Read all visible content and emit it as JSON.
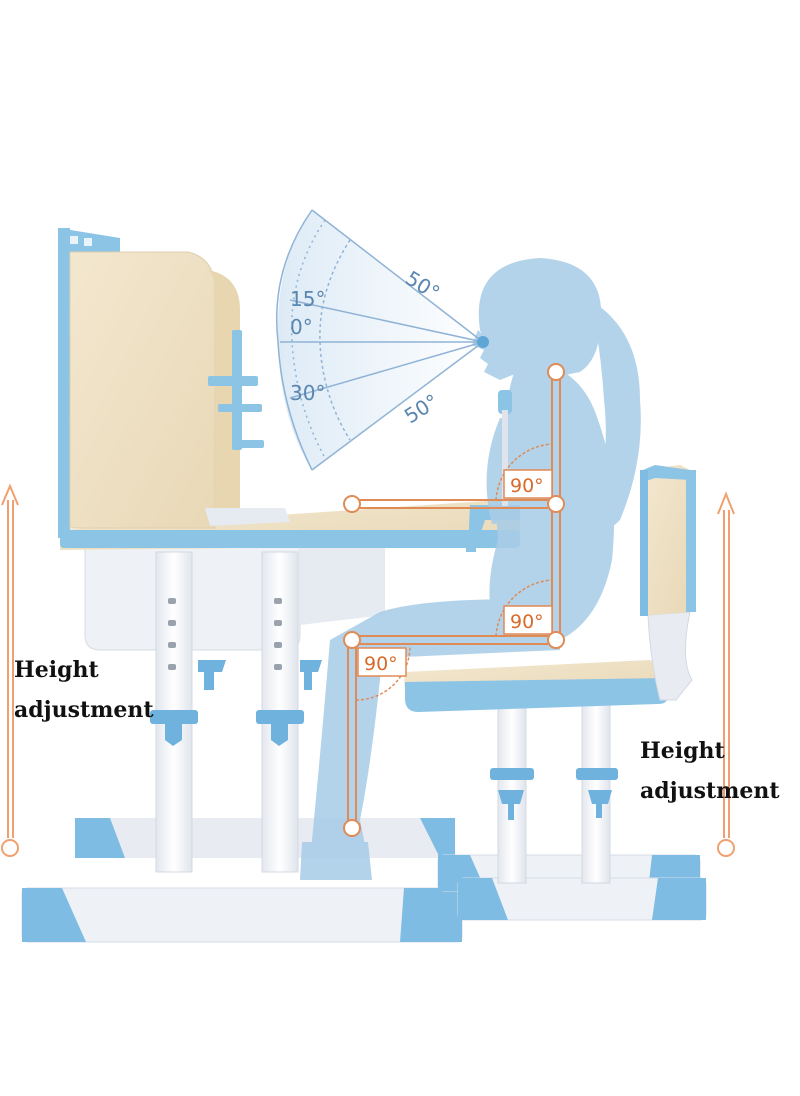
{
  "labels": {
    "left_height": [
      "Height",
      "adjustment"
    ],
    "right_height": [
      "Height",
      "adjustment"
    ]
  },
  "view_angles": [
    "50°",
    "15°",
    "0°",
    "30°",
    "50°"
  ],
  "posture_angles": [
    "90°",
    "90°",
    "90°"
  ],
  "colors": {
    "desk_blue": "#8cc4e6",
    "blue_dark": "#5ea6d6",
    "wood": "#efe1c5",
    "frame_white": "#f2f4f7",
    "silhouette": "#a9cde8",
    "guide_orange": "#e08a55",
    "arrow_orange": "#f0a070",
    "angle_blue": "#8fb3d6"
  },
  "icons": [
    "height-arrow-icon",
    "view-angle-fan-icon",
    "right-angle-marker-icon",
    "joint-dot-icon"
  ]
}
